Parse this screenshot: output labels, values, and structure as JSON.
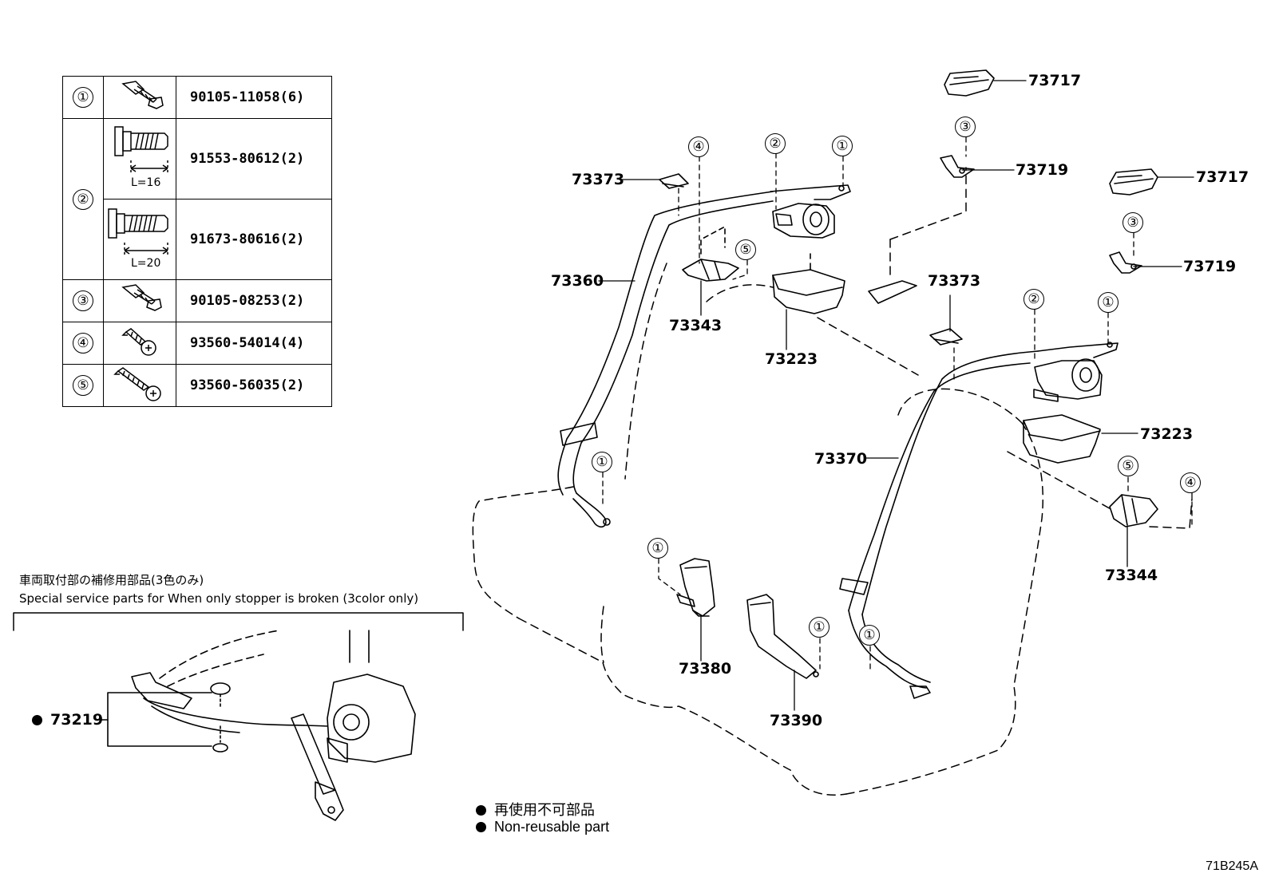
{
  "fastener_table": [
    {
      "ref": "①",
      "rows": [
        {
          "part": "90105-11058(6)",
          "icon": "flange-bolt-icon",
          "length": ""
        }
      ]
    },
    {
      "ref": "②",
      "rows": [
        {
          "part": "91553-80612(2)",
          "icon": "flange-bolt-long-icon",
          "length": "L=16"
        },
        {
          "part": "91673-80616(2)",
          "icon": "flange-bolt-long-icon",
          "length": "L=20"
        }
      ]
    },
    {
      "ref": "③",
      "rows": [
        {
          "part": "90105-08253(2)",
          "icon": "flange-bolt-icon",
          "length": ""
        }
      ]
    },
    {
      "ref": "④",
      "rows": [
        {
          "part": "93560-54014(4)",
          "icon": "tapping-screw-icon",
          "length": ""
        }
      ]
    },
    {
      "ref": "⑤",
      "rows": [
        {
          "part": "93560-56035(2)",
          "icon": "tapping-screw-long-icon",
          "length": ""
        }
      ]
    }
  ],
  "callouts": {
    "c73717a": "73717",
    "c73719a": "73719",
    "c73717b": "73717",
    "c73719b": "73719",
    "c73373a": "73373",
    "c73360": "73360",
    "c73343": "73343",
    "c73223a": "73223",
    "c73373b": "73373",
    "c73223b": "73223",
    "c73370": "73370",
    "c73344": "73344",
    "c73380": "73380",
    "c73390": "73390",
    "c73219": "73219"
  },
  "ref_marks": {
    "r3a": "③",
    "r4a": "④",
    "r2a": "②",
    "r1a": "①",
    "r5a": "⑤",
    "r3b": "③",
    "r2b": "②",
    "r1b": "①",
    "r5b": "⑤",
    "r4b": "④",
    "r1c": "①",
    "r1d": "①",
    "r1e": "①",
    "r1f": "①"
  },
  "service_note": {
    "japanese": "車両取付部の補修用部品(3色のみ)",
    "english": "Special service parts for When only stopper is broken (3color only)"
  },
  "legend": {
    "japanese": "再使用不可部品",
    "english": "Non-reusable part"
  },
  "figure_code": "71B245A"
}
